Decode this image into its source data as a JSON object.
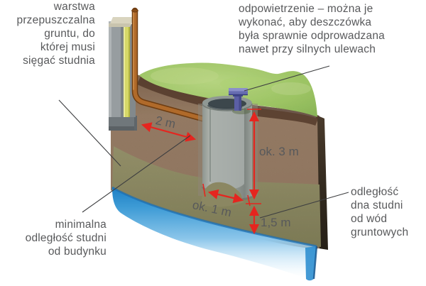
{
  "figure": {
    "title_hint": "Przekrój: studnia chłonna na deszczówkę przy budynku",
    "annotations": {
      "permeable_layer": "warstwa\nprzepuszczalna\ngruntu, do\nktórej musi\nsięgać studnia",
      "vent_note": "odpowietrzenie – można je\nwykonać, aby deszczówka\nbyła sprawnie odprowadzana\nnawet przy silnych ulewach",
      "min_distance_building": "minimalna\nodległość studni\nod budynku",
      "distance_groundwater": "odległość\ndna studni\nod wód\ngruntowych"
    },
    "dimensions": {
      "building_to_well": "2 m",
      "well_depth": "ok. 3 m",
      "well_diameter": "ok. 1 m",
      "bottom_to_groundwater": "1,5 m"
    },
    "colors": {
      "label_text": "#58595b",
      "dimension_arrow": "#e5251f",
      "leader_line": "#3d3e40",
      "grass": "#97cc4b",
      "topsoil": "#9b7a5c",
      "permeable_layer": "#9f9c72",
      "groundwater": "#2f8fd0",
      "well_concrete": "#9aa19c",
      "downspout_pipe": "#b06a2a",
      "vent": "#5b5fa5",
      "insulation": "#d6d868",
      "wall_concrete": "#979da0"
    }
  }
}
